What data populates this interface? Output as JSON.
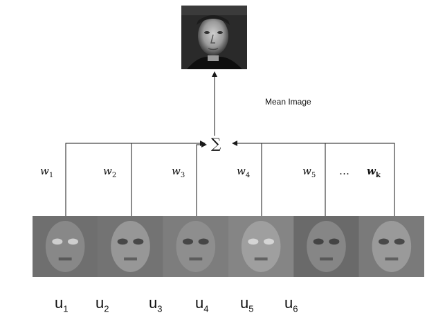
{
  "mean_image_caption": "Mean Image",
  "sum_symbol": "∑",
  "weights": [
    {
      "base": "w",
      "sub": "1"
    },
    {
      "base": "w",
      "sub": "2"
    },
    {
      "base": "w",
      "sub": "3"
    },
    {
      "base": "w",
      "sub": "4"
    },
    {
      "base": "w",
      "sub": "5"
    },
    {
      "base": "w",
      "sub": "k"
    }
  ],
  "ellipsis": "…",
  "eigenfaces": [
    {
      "base": "u",
      "sub": "1"
    },
    {
      "base": "u",
      "sub": "2"
    },
    {
      "base": "u",
      "sub": "3"
    },
    {
      "base": "u",
      "sub": "4"
    },
    {
      "base": "u",
      "sub": "5"
    },
    {
      "base": "u",
      "sub": "6"
    }
  ],
  "colors": {
    "line": "#1a1a1a",
    "eigen_strip": "#8a8a8a",
    "photo_bg": "#2a2a2a"
  }
}
